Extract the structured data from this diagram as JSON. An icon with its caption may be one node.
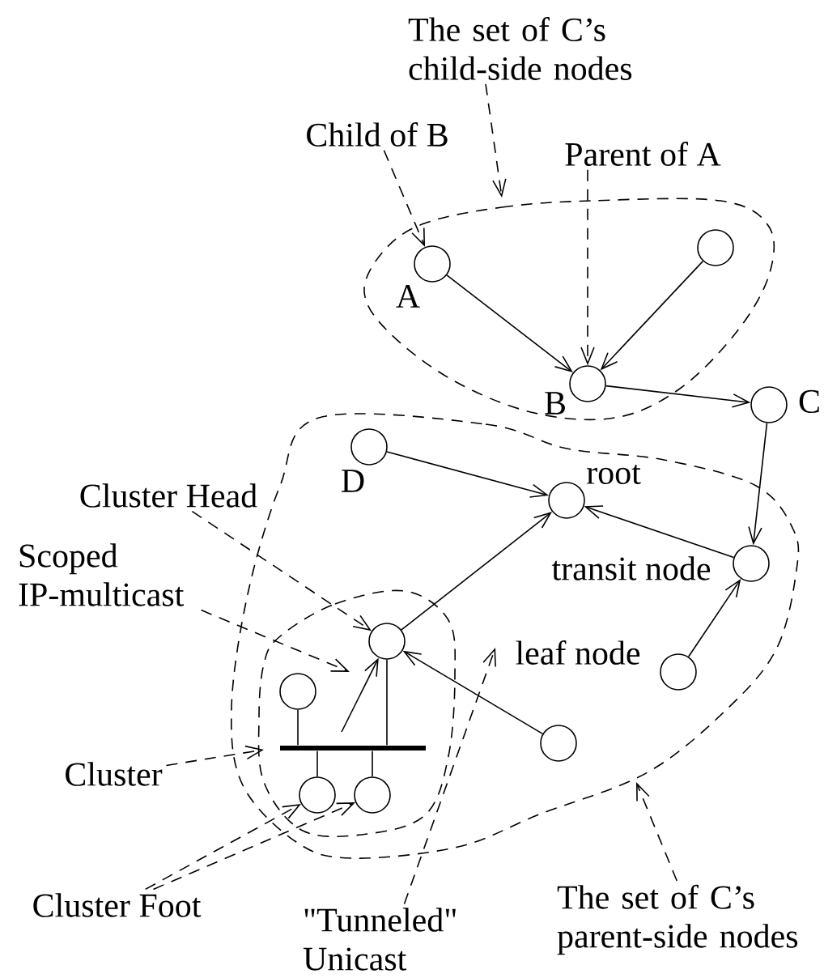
{
  "diagram": {
    "nodes": [
      {
        "text": [
          "The set of C’s child-side nodes"
        ]
      },
      {
        "text": [
          "Child of B"
        ]
      },
      {
        "text": [
          "Parent of A"
        ]
      },
      {
        "text": [],
        "shape": "region"
      },
      {
        "text": [],
        "shape": "circle",
        "in": 3,
        "beside": [
          "A"
        ]
      },
      {
        "text": [],
        "shape": "circle",
        "in": 3
      },
      {
        "text": [],
        "shape": "circle",
        "in": 3,
        "beside": [
          "B"
        ]
      },
      {
        "text": [],
        "shape": "circle",
        "beside": [
          "C"
        ]
      },
      {
        "text": [],
        "shape": "region"
      },
      {
        "text": [],
        "shape": "circle",
        "in": 8,
        "beside": [
          "D"
        ]
      },
      {
        "text": [],
        "shape": "circle",
        "in": 8,
        "beside": [
          "root"
        ]
      },
      {
        "text": [
          "Cluster Head"
        ]
      },
      {
        "text": [
          "Scoped IP-multicast"
        ]
      },
      {
        "text": [],
        "shape": "circle",
        "in": 8,
        "beside": [
          "transit node"
        ]
      },
      {
        "text": [],
        "shape": "region",
        "in": 8
      },
      {
        "text": [],
        "shape": "circle",
        "in": 14
      },
      {
        "text": [],
        "shape": "circle",
        "in": 8,
        "beside": [
          "leaf node"
        ]
      },
      {
        "text": [],
        "shape": "circle",
        "in": 14
      },
      {
        "text": [],
        "shape": "bar",
        "in": 14
      },
      {
        "text": [],
        "shape": "circle",
        "in": 8
      },
      {
        "text": [
          "Cluster"
        ]
      },
      {
        "text": [],
        "shape": "circle",
        "in": 14
      },
      {
        "text": [],
        "shape": "circle",
        "in": 14
      },
      {
        "text": [
          "Cluster Foot"
        ]
      },
      {
        "text": [
          "\"Tunneled\" Unicast"
        ]
      },
      {
        "text": [
          "The set of C’s parent-side nodes"
        ]
      }
    ],
    "edges": [
      {
        "from": 0,
        "to": 3,
        "arrow": "to",
        "style": "dashed"
      },
      {
        "from": 1,
        "to": 4,
        "arrow": "to",
        "style": "dashed"
      },
      {
        "from": 2,
        "to": 6,
        "arrow": "to",
        "style": "dashed"
      },
      {
        "from": 4,
        "to": 6,
        "arrow": "to"
      },
      {
        "from": 5,
        "to": 6,
        "arrow": "to"
      },
      {
        "from": 6,
        "to": 7,
        "arrow": "to"
      },
      {
        "from": 7,
        "to": 13,
        "arrow": "to"
      },
      {
        "from": 13,
        "to": 10,
        "arrow": "to"
      },
      {
        "from": 9,
        "to": 10,
        "arrow": "to"
      },
      {
        "from": 15,
        "to": 10,
        "arrow": "to"
      },
      {
        "from": 16,
        "to": 13,
        "arrow": "to"
      },
      {
        "from": 19,
        "to": 15,
        "arrow": "to"
      },
      {
        "from": 17,
        "to": 18,
        "arrow": "none"
      },
      {
        "from": 15,
        "to": 18,
        "arrow": "none"
      },
      {
        "from": 18,
        "to": 21,
        "arrow": "none"
      },
      {
        "from": 18,
        "to": 22,
        "arrow": "none"
      },
      {
        "from": 18,
        "to": 15,
        "arrow": "to"
      },
      {
        "from": 11,
        "to": 15,
        "arrow": "to",
        "style": "dashed"
      },
      {
        "from": 12,
        "to": null,
        "arrow": "to",
        "style": "dashed"
      },
      {
        "from": 20,
        "to": 14,
        "arrow": "to",
        "style": "dashed"
      },
      {
        "from": 23,
        "to": 21,
        "arrow": "to",
        "style": "dashed"
      },
      {
        "from": 23,
        "to": 22,
        "arrow": "to",
        "style": "dashed"
      },
      {
        "from": 24,
        "to": null,
        "arrow": "to",
        "style": "dashed"
      },
      {
        "from": 25,
        "to": 8,
        "arrow": "to",
        "style": "dashed"
      }
    ]
  }
}
